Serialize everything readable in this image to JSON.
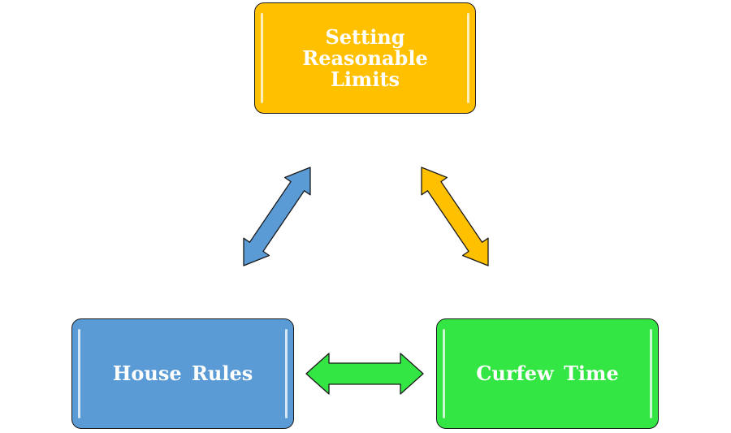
{
  "diagram": {
    "nodes": [
      {
        "id": "top",
        "label": "Setting  Reasonable Limits",
        "color": "#FFC000"
      },
      {
        "id": "left",
        "label": "House Rules",
        "color": "#5B9BD5"
      },
      {
        "id": "right",
        "label": "Curfew Time",
        "color": "#33E644"
      }
    ],
    "connectors": [
      {
        "from": "left",
        "to": "top",
        "color": "#5B9BD5",
        "type": "double-arrow"
      },
      {
        "from": "top",
        "to": "right",
        "color": "#FFC000",
        "type": "double-arrow"
      },
      {
        "from": "left",
        "to": "right",
        "color": "#33E644",
        "type": "double-arrow"
      }
    ]
  }
}
